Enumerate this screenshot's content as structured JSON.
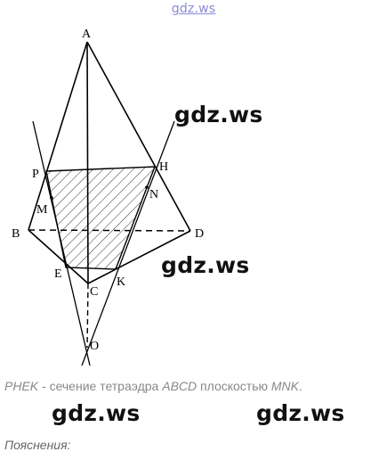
{
  "header": {
    "watermark": "gdz.ws"
  },
  "figure": {
    "points": {
      "A": "A",
      "B": "B",
      "C": "C",
      "D": "D",
      "P": "P",
      "H": "H",
      "E": "E",
      "K": "K",
      "M": "M",
      "N": "N",
      "O": "O"
    },
    "colors": {
      "stroke": "#000000",
      "hatch": "#000000"
    }
  },
  "watermarks": {
    "w1": "gdz.ws",
    "w2": "gdz.ws",
    "w3": "gdz.ws",
    "w4": "gdz.ws"
  },
  "caption": {
    "part1": "PHEK",
    "part2": " - сечение тетраэдра ",
    "part3": "ABCD",
    "part4": " плоскостью ",
    "part5": "MNK",
    "part6": "."
  },
  "explanation": {
    "label": "Пояснения:"
  }
}
